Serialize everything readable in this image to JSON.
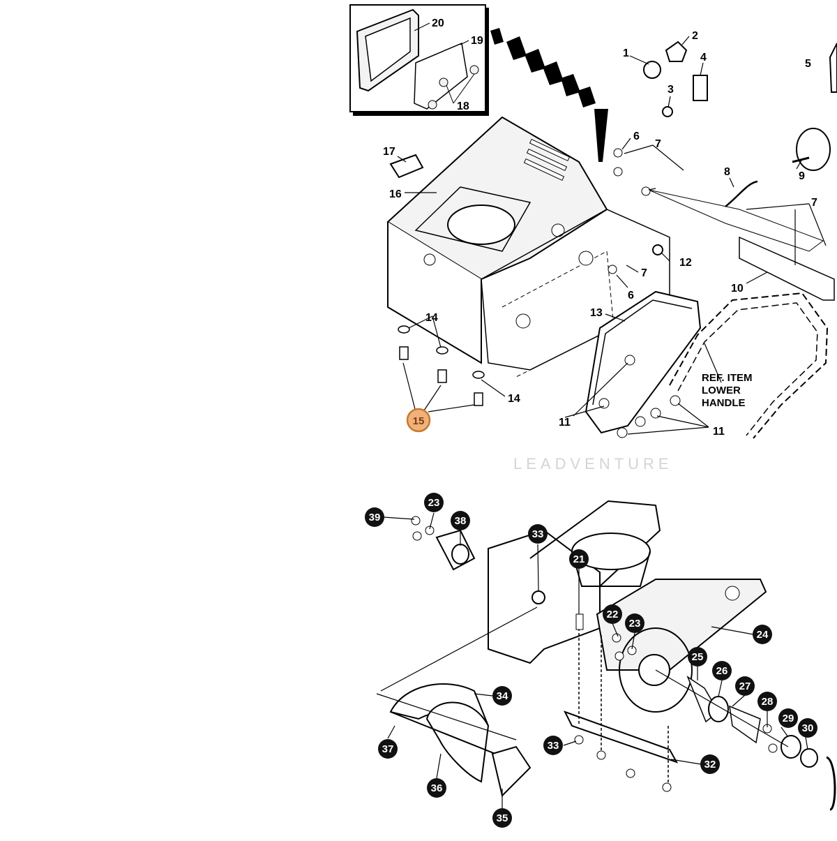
{
  "upper_diagram": {
    "callouts": [
      "1",
      "2",
      "3",
      "4",
      "5",
      "6",
      "6",
      "7",
      "7",
      "7",
      "8",
      "9",
      "10",
      "11",
      "11",
      "12",
      "13",
      "14",
      "14",
      "16",
      "17",
      "18",
      "19",
      "20"
    ],
    "highlighted_callout": "15",
    "ref_note": [
      "REF. ITEM",
      "LOWER",
      "HANDLE"
    ]
  },
  "lower_diagram": {
    "badges": [
      "21",
      "22",
      "23",
      "23",
      "24",
      "25",
      "26",
      "27",
      "28",
      "29",
      "30",
      "32",
      "33",
      "33",
      "34",
      "35",
      "36",
      "37",
      "38",
      "39"
    ]
  },
  "watermark": "LEADVENTURE",
  "colors": {
    "highlight_fill": "#f0b27a",
    "highlight_stroke": "#c9782e",
    "badge_fill": "#111111",
    "line": "#000000"
  }
}
